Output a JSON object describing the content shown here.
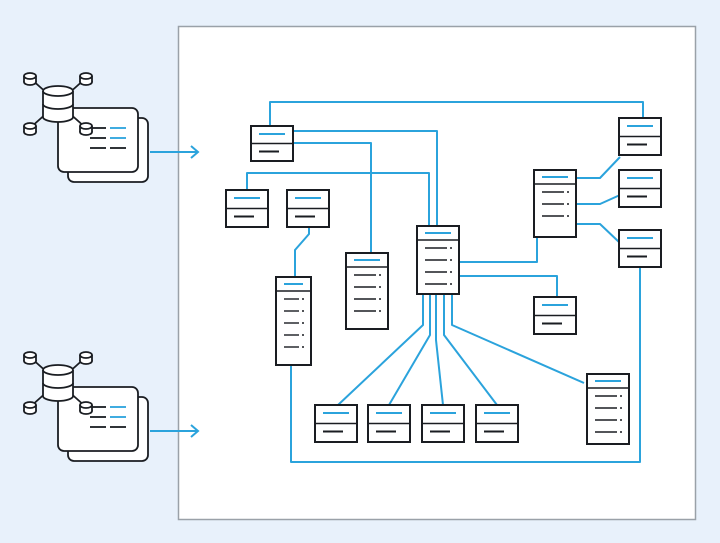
{
  "diagram": {
    "colors": {
      "background": "#e8f1fb",
      "panel_fill": "#ffffff",
      "panel_border": "#9aa1a8",
      "outline": "#1a1d22",
      "accent": "#2ba3dc"
    },
    "icons": {
      "source": "database-network-icon",
      "entity": "table-icon",
      "flow": "arrow-right-icon"
    },
    "sources": [
      {
        "name": "data-source-1"
      },
      {
        "name": "data-source-2"
      }
    ],
    "tables": [
      {
        "id": "t1",
        "style": "small"
      },
      {
        "id": "t2",
        "style": "small"
      },
      {
        "id": "t3",
        "style": "small"
      },
      {
        "id": "t4",
        "style": "tall"
      },
      {
        "id": "t5",
        "style": "tall"
      },
      {
        "id": "t6",
        "style": "tall"
      },
      {
        "id": "t7",
        "style": "tall"
      },
      {
        "id": "t8",
        "style": "small"
      },
      {
        "id": "t9",
        "style": "small"
      },
      {
        "id": "t10",
        "style": "small"
      },
      {
        "id": "t11",
        "style": "small"
      },
      {
        "id": "t12",
        "style": "small"
      },
      {
        "id": "t13",
        "style": "small"
      },
      {
        "id": "t14",
        "style": "small"
      },
      {
        "id": "t15",
        "style": "small"
      },
      {
        "id": "t16",
        "style": "tall"
      }
    ],
    "connectors": 20
  }
}
